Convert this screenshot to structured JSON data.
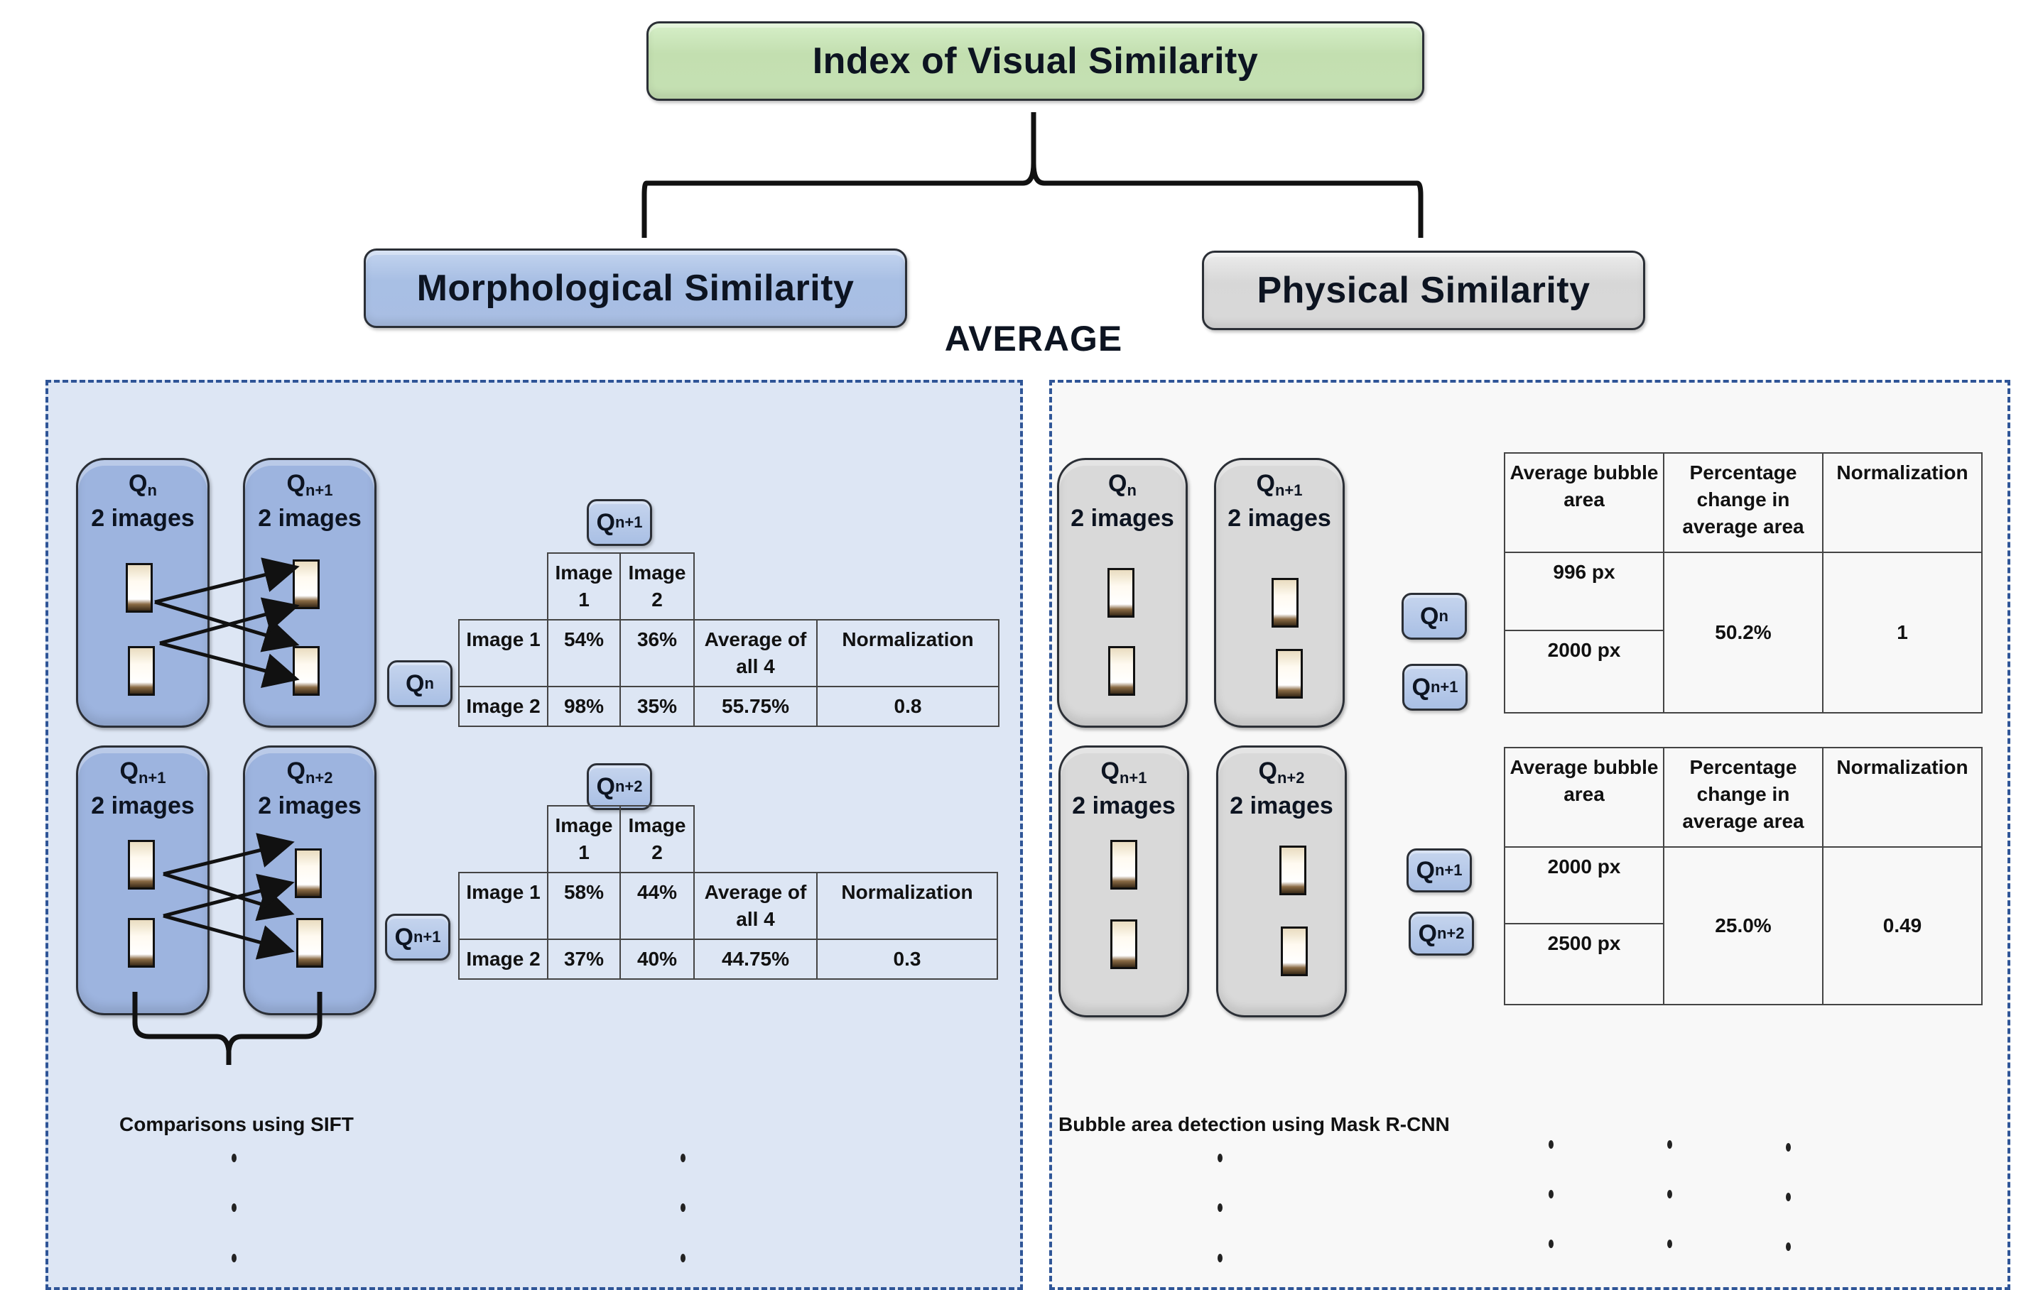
{
  "title": "Index of Visual Similarity",
  "branches": {
    "morphological": "Morphological Similarity",
    "physical": "Physical Similarity"
  },
  "combine_label": "AVERAGE",
  "colors": {
    "title_box": "#c5e0b3",
    "morph_box": "#a9bee3",
    "physical_box": "#d9d9d9",
    "left_panel_bg": "#dde6f4",
    "right_panel_bg": "#f8f8f8",
    "panel_border": "#2f5597"
  },
  "left_panel": {
    "groups": [
      {
        "q": "Q",
        "sub": "n",
        "count": "2 images"
      },
      {
        "q": "Q",
        "sub": "n+1",
        "count": "2 images"
      },
      {
        "q": "Q",
        "sub": "n+1",
        "count": "2 images"
      },
      {
        "q": "Q",
        "sub": "n+2",
        "count": "2 images"
      }
    ],
    "tables": [
      {
        "col_chip": {
          "q": "Q",
          "sub": "n+1"
        },
        "row_chip": {
          "q": "Q",
          "sub": "n"
        },
        "col_headers": [
          "Image 1",
          "Image 2"
        ],
        "extra_headers": [
          "Average of all 4",
          "Normalization"
        ],
        "rows": [
          {
            "label": "Image 1",
            "cells": [
              "54%",
              "36%"
            ]
          },
          {
            "label": "Image 2",
            "cells": [
              "98%",
              "35%"
            ]
          }
        ],
        "average": "55.75%",
        "normalization": "0.8"
      },
      {
        "col_chip": {
          "q": "Q",
          "sub": "n+2"
        },
        "row_chip": {
          "q": "Q",
          "sub": "n+1"
        },
        "col_headers": [
          "Image 1",
          "Image 2"
        ],
        "extra_headers": [
          "Average of all 4",
          "Normalization"
        ],
        "rows": [
          {
            "label": "Image 1",
            "cells": [
              "58%",
              "44%"
            ]
          },
          {
            "label": "Image 2",
            "cells": [
              "37%",
              "40%"
            ]
          }
        ],
        "average": "44.75%",
        "normalization": "0.3"
      }
    ],
    "caption": "Comparisons using SIFT",
    "ellipsis": "·"
  },
  "right_panel": {
    "groups": [
      {
        "q": "Q",
        "sub": "n",
        "count": "2 images"
      },
      {
        "q": "Q",
        "sub": "n+1",
        "count": "2 images"
      },
      {
        "q": "Q",
        "sub": "n+1",
        "count": "2 images"
      },
      {
        "q": "Q",
        "sub": "n+2",
        "count": "2 images"
      }
    ],
    "chips": [
      {
        "q": "Q",
        "sub": "n"
      },
      {
        "q": "Q",
        "sub": "n+1"
      },
      {
        "q": "Q",
        "sub": "n+1"
      },
      {
        "q": "Q",
        "sub": "n+2"
      }
    ],
    "tables": [
      {
        "headers": [
          "Average bubble area",
          "Percentage change in average area",
          "Normalization"
        ],
        "areas": [
          "996 px",
          "2000 px"
        ],
        "pct_change": "50.2%",
        "normalization": "1"
      },
      {
        "headers": [
          "Average bubble  area",
          "Percentage change in average area",
          "Normalization"
        ],
        "areas": [
          "2000 px",
          "2500 px"
        ],
        "pct_change": "25.0%",
        "normalization": "0.49"
      }
    ],
    "caption": "Bubble area detection using Mask R-CNN"
  }
}
